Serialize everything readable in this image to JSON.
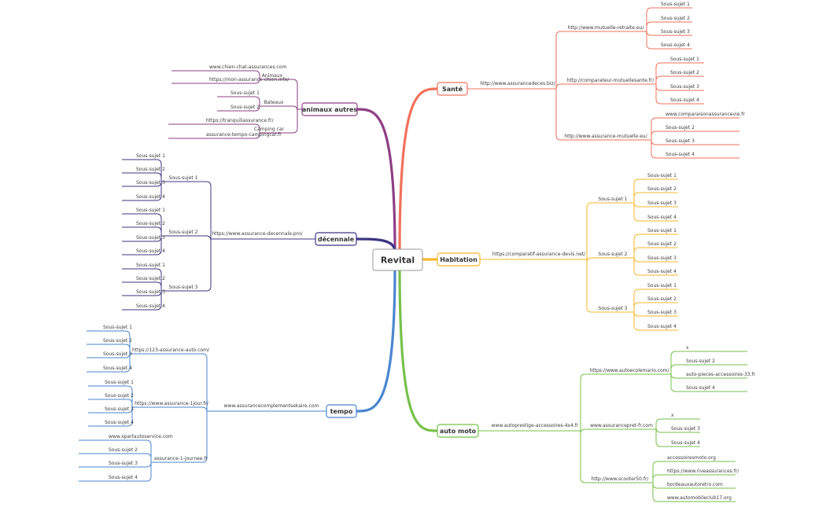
{
  "center": {
    "label": "Revital"
  },
  "branches": [
    {
      "id": "sante",
      "label": "Santé",
      "color": "#f2705b",
      "url": "http://www.assurancedeces.biz/",
      "groups": [
        {
          "label": "http://www.mutuelle-retraite.eu/",
          "items": [
            "Sous-sujet 1",
            "Sous-sujet 2",
            "Sous-sujet 3",
            "Sous-sujet 4"
          ]
        },
        {
          "label": "http://comparateur-mutuellesante.fr/",
          "items": [
            "Sous-sujet 1",
            "Sous-sujet 2",
            "Sous-sujet 3",
            "Sous-sujet 4"
          ]
        },
        {
          "label": "http://www.assurance-mutuelle.eu/",
          "items": [
            "www.comparaisonassurancevie.fr",
            "Sous-sujet 2",
            "Sous-sujet 3",
            "Sous-sujet 4"
          ]
        }
      ]
    },
    {
      "id": "habitation",
      "label": "Habitation",
      "color": "#f5b72a",
      "url": "https://comparatif-assurance-devis.net/",
      "groups": [
        {
          "label": "Sous-sujet 1",
          "items": [
            "Sous-sujet 1",
            "Sous-sujet 2",
            "Sous-sujet 3",
            "Sous-sujet 4"
          ]
        },
        {
          "label": "Sous-sujet 2",
          "items": [
            "Sous-sujet 1",
            "Sous-sujet 2",
            "Sous-sujet 3",
            "Sous-sujet 4"
          ]
        },
        {
          "label": "Sous-sujet 3",
          "items": [
            "Sous-sujet 1",
            "Sous-sujet 2",
            "Sous-sujet 3",
            "Sous-sujet 4"
          ]
        }
      ]
    },
    {
      "id": "automoto",
      "label": "auto moto",
      "color": "#76c14a",
      "url": "www.autoprestige-accessoires-4x4.fr",
      "groups": [
        {
          "label": "https://www.autoecolemario.com/",
          "items": [
            "x",
            "Sous-sujet 2",
            "auto-pieces-accessoires-33.fr",
            "Sous-sujet 4"
          ]
        },
        {
          "label": "www.assurancepret-fr.com",
          "items": [
            "x",
            "Sous-sujet 3",
            "Sous-sujet 4"
          ]
        },
        {
          "label": "http://www.scooter50.fr/",
          "items": [
            "accessoiresmoto.org",
            "https://www.riveassurances.fr/",
            "bordeauxautoretro.com",
            "www.automobileclub17.org"
          ]
        }
      ]
    },
    {
      "id": "animaux",
      "label": "animaux autres",
      "color": "#8e3f85",
      "groups": [
        {
          "label": "Animaux",
          "items": [
            "www.chien-chat-assurances.com",
            "https://mon-assurance-chien.info/"
          ]
        },
        {
          "label": "Bateaux",
          "items": [
            "Sous-sujet 1",
            "Sous-sujet 2"
          ]
        },
        {
          "label": "Camping car",
          "items": [
            "https://tranquiliassurance.fr/",
            "assurance-tempo-campingcar.fr"
          ]
        }
      ]
    },
    {
      "id": "decennale",
      "label": "décennale",
      "color": "#3c3582",
      "url": "https://www.assurance-decennale.pro/",
      "groups": [
        {
          "label": "Sous-sujet 1",
          "items": [
            "Sous-sujet 1",
            "Sous-sujet 2",
            "Sous-sujet 3",
            "Sous-sujet 4"
          ]
        },
        {
          "label": "Sous-sujet 2",
          "items": [
            "Sous-sujet 1",
            "Sous-sujet 2",
            "Sous-sujet 3",
            "Sous-sujet 4"
          ]
        },
        {
          "label": "Sous-sujet 3",
          "items": [
            "Sous-sujet 1",
            "Sous-sujet 2",
            "Sous-sujet 3",
            "Sous-sujet 4"
          ]
        }
      ]
    },
    {
      "id": "tempo",
      "label": "tempo",
      "color": "#4a86cf",
      "url": "www.assurancecomplementsekaire.com",
      "groups": [
        {
          "label": "https://123-assurance-auto.com/",
          "items": [
            "Sous-sujet 1",
            "Sous-sujet 2",
            "Sous-sujet 3",
            "Sous-sujet 4"
          ]
        },
        {
          "label": "https://www.assurance-1jour.fr/",
          "items": [
            "Sous-sujet 1",
            "Sous-sujet 2",
            "Sous-sujet 3",
            "Sous-sujet 4"
          ]
        },
        {
          "label": "assurance-1-journee.fr",
          "items": [
            "www.xpartautoservice.com",
            "Sous-sujet 2",
            "Sous-sujet 3",
            "Sous-sujet 4"
          ]
        }
      ]
    }
  ]
}
